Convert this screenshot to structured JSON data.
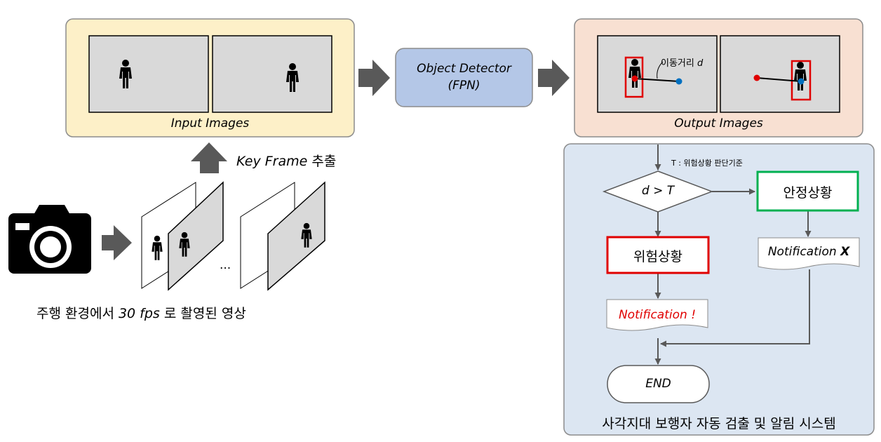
{
  "input": {
    "label": "Input Images"
  },
  "output": {
    "label": "Output Images"
  },
  "detector": {
    "line1": "Object Detector",
    "line2": "(FPN)"
  },
  "keyframe": {
    "label_latin": "Key Frame",
    "label_kor": "추출"
  },
  "camera": {
    "caption_pre": "주행 환경에서",
    "caption_fps": "30 fps",
    "caption_post": "로 촬영된 영상"
  },
  "frames": {
    "ellipsis": "..."
  },
  "distance": {
    "label_kor": "이동거리",
    "label_var": "d"
  },
  "system": {
    "threshold_note": "T : 위험상황 판단기준",
    "decision": "d > T",
    "safe": "안정상황",
    "danger": "위험상황",
    "notify_x_text": "Notification",
    "notify_x_mark": "X",
    "notify_alert": "Notification !",
    "end": "END",
    "title": "사각지대 보행자 자동 검출 및 알림 시스템"
  },
  "colors": {
    "input_fill": "#fdf0c8",
    "output_fill": "#f8e0d2",
    "detector_fill": "#b4c7e7",
    "system_fill": "#dce6f2",
    "image_fill": "#d9d9d9",
    "arrow_fill": "#595959",
    "danger_red": "#e00000",
    "safe_green": "#00b050",
    "point_blue": "#0070c0"
  }
}
